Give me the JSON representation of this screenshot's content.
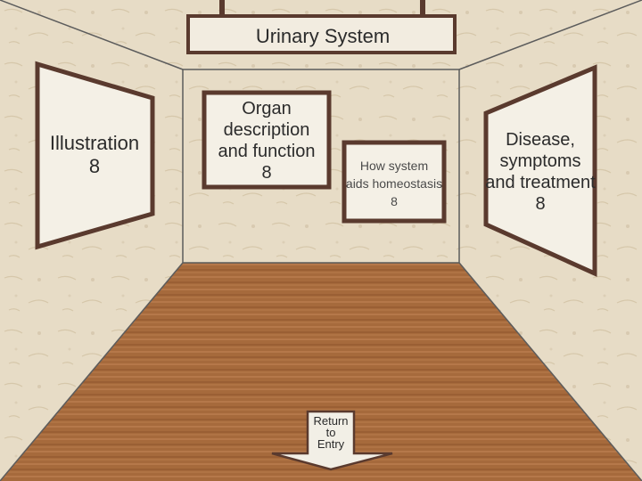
{
  "title": "Urinary System",
  "frames": {
    "illustration": [
      "Illustration",
      "8"
    ],
    "organ": [
      "Organ",
      "description",
      "and function",
      "8"
    ],
    "homeostasis": [
      "How system",
      "aids homeostasis",
      "8"
    ],
    "disease": [
      "Disease,",
      "symptoms",
      "and treatment",
      "8"
    ]
  },
  "return_button": [
    "Return",
    "to",
    "Entry"
  ],
  "colors": {
    "frame_border": "#5a3a2e",
    "wall": "#e6dac3",
    "floor": "#a8683a",
    "arrow_fill": "#f2efe6"
  }
}
